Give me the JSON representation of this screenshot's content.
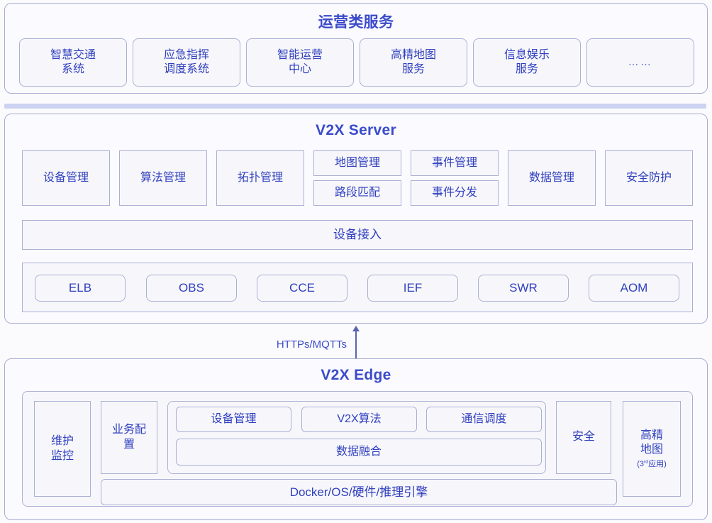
{
  "ops_layer": {
    "title": "运营类服务",
    "items": [
      {
        "label": "智慧交通\n系统"
      },
      {
        "label": "应急指挥\n调度系统"
      },
      {
        "label": "智能运营\n中心"
      },
      {
        "label": "高精地图\n服务"
      },
      {
        "label": "信息娱乐\n服务"
      },
      {
        "label": "……"
      }
    ]
  },
  "server_layer": {
    "title": "V2X Server",
    "modules": [
      {
        "label": "设备管理"
      },
      {
        "label": "算法管理"
      },
      {
        "label": "拓扑管理"
      }
    ],
    "stacked_modules": [
      {
        "top": "地图管理",
        "bottom": "路段匹配"
      },
      {
        "top": "事件管理",
        "bottom": "事件分发"
      }
    ],
    "modules_right": [
      {
        "label": "数据管理"
      },
      {
        "label": "安全防护"
      }
    ],
    "access_bar": "设备接入",
    "cloud_services": [
      {
        "label": "ELB"
      },
      {
        "label": "OBS"
      },
      {
        "label": "CCE"
      },
      {
        "label": "IEF"
      },
      {
        "label": "SWR"
      },
      {
        "label": "AOM"
      }
    ]
  },
  "connector": {
    "label": "HTTPs/MQTTs"
  },
  "edge_layer": {
    "title": "V2X Edge",
    "left_full": {
      "label": "维护\n监控"
    },
    "left_partial": {
      "label": "业务配\n置"
    },
    "center_top": [
      {
        "label": "设备管理"
      },
      {
        "label": "V2X算法"
      },
      {
        "label": "通信调度"
      }
    ],
    "center_bottom": {
      "label": "数据融合"
    },
    "right_partial": {
      "label": "安全"
    },
    "right_full": {
      "label_main": "高精\n地图",
      "label_sub": "(3",
      "label_sup": "rd",
      "label_sub2": "应用)"
    },
    "platform_bar": "Docker/OS/硬件/推理引擎"
  },
  "colors": {
    "page_bg": "#fbfbfd",
    "panel_bg": "#fafaff",
    "box_bg": "#f7f7fb",
    "border": "#aab0d4",
    "text": "#2f3fbe",
    "title": "#3b4bc9",
    "divider": "#ccd3f0"
  }
}
